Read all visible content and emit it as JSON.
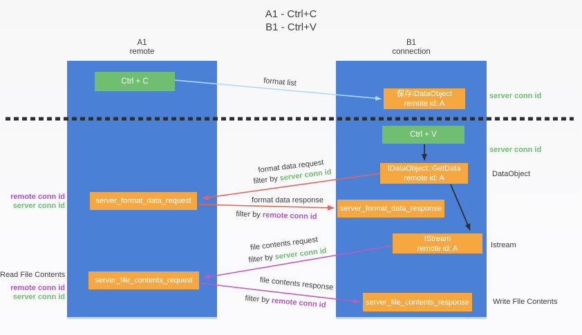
{
  "title": {
    "line1": "A1 - Ctrl+C",
    "line2": "B1 - Ctrl+V"
  },
  "lanes": {
    "left": {
      "title": "A1",
      "subtitle": "remote"
    },
    "right": {
      "title": "B1",
      "subtitle": "connection"
    }
  },
  "nodes": {
    "ctrl_c": {
      "label": "Ctrl + C"
    },
    "ctrl_v": {
      "label": "Ctrl + V"
    },
    "save_dataobject": {
      "line1": "保存IDataObject",
      "line2": "remote id: A"
    },
    "getdata": {
      "line1": "IDataObject::GetData",
      "line2": "remote id: A"
    },
    "istream": {
      "line1": "IStream",
      "line2": "remote id: A"
    },
    "format_request": {
      "label": "server_format_data_request"
    },
    "format_response": {
      "label": "server_format_data_response"
    },
    "file_request": {
      "label": "server_file_contents_request"
    },
    "file_response": {
      "label": "server_file_contents_response"
    }
  },
  "arrow_labels": {
    "format_list": "format list",
    "format_data_request": "format data request",
    "format_data_response": "format data response",
    "file_contents_request": "file contents request",
    "file_contents_response": "file contents response",
    "filter_by": "filter by",
    "server_conn_id": "server conn id",
    "remote_conn_id": "remote conn id"
  },
  "side_labels": {
    "right_server_conn_id_top": "server conn id",
    "right_server_conn_id_mid": "server conn id",
    "dataobject": "DataObject",
    "istream": "Istream",
    "write_file_contents": "Write File Contents",
    "read_file_contents": "Read File Contents",
    "left_remote_conn_id_1": "remote conn id",
    "left_server_conn_id_1": "server conn id",
    "left_remote_conn_id_2": "remote conn id",
    "left_server_conn_id_2": "server conn id"
  },
  "colors": {
    "lane_blue": "#4a80d5",
    "node_green": "#70bf71",
    "node_orange": "#f7a740",
    "arrow_blue": "#aed9f4",
    "arrow_red": "#e8635d",
    "arrow_magenta": "#bf5ac0",
    "arrow_black": "#2f2f2f",
    "text_green": "#6cbe6c",
    "text_purple": "#b052c8",
    "text_dark": "#3b3b3b"
  }
}
